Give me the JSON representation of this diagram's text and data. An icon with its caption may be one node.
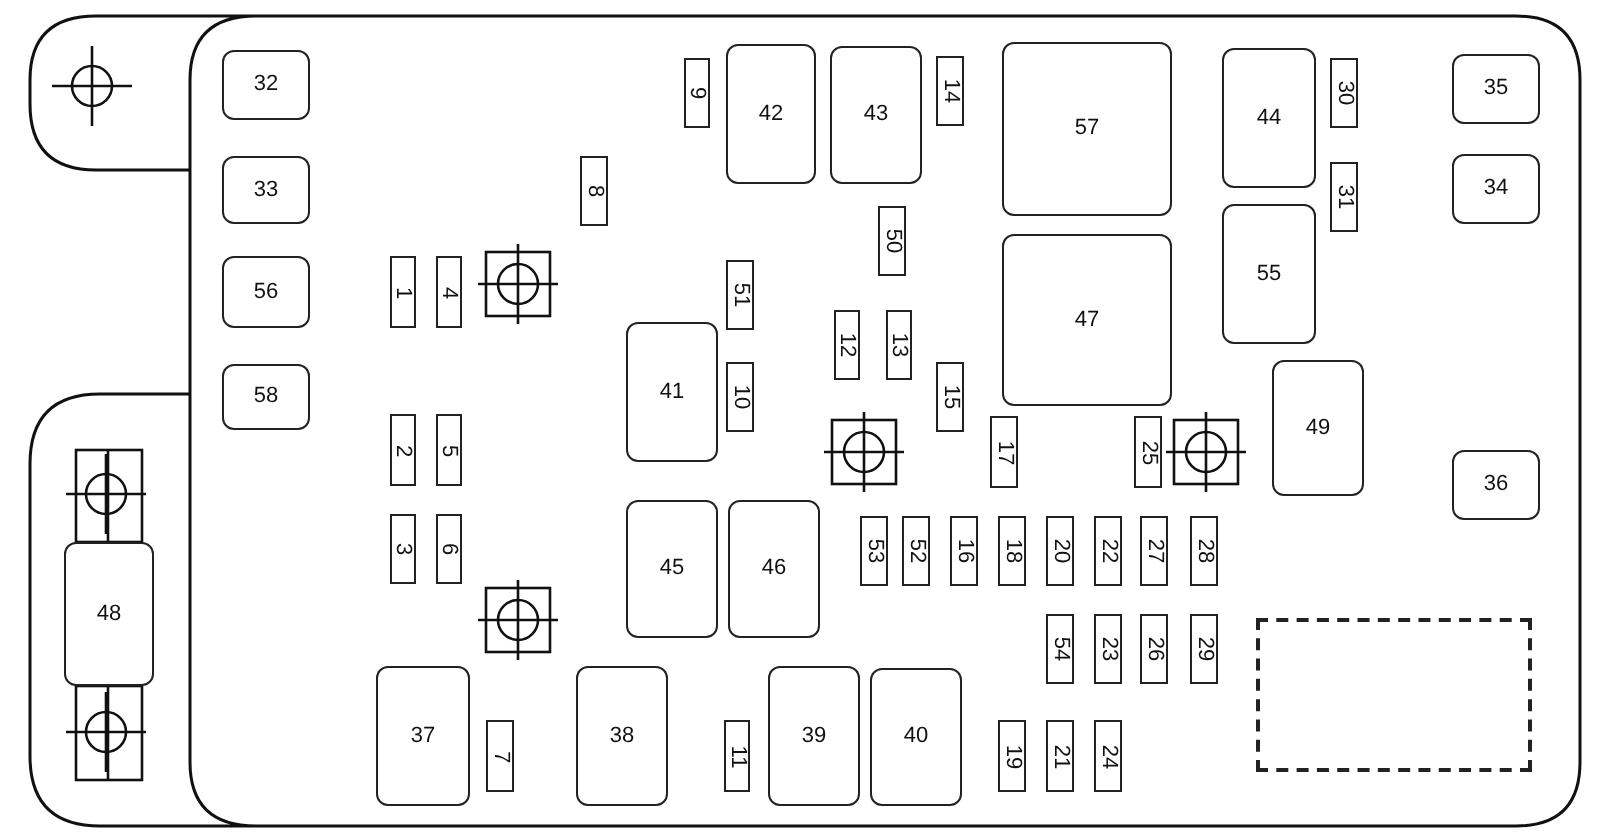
{
  "diagram": {
    "nodes": [
      {
        "text": [
          "32"
        ]
      },
      {
        "text": [
          "9"
        ]
      },
      {
        "text": [
          "42"
        ]
      },
      {
        "text": [
          "43"
        ]
      },
      {
        "text": [
          "14"
        ]
      },
      {
        "text": [
          "57"
        ]
      },
      {
        "text": [
          "44"
        ]
      },
      {
        "text": [
          "30"
        ]
      },
      {
        "text": [
          "35"
        ]
      },
      {
        "text": [
          "8"
        ]
      },
      {
        "text": [
          "33"
        ]
      },
      {
        "text": [
          "34"
        ]
      },
      {
        "text": [
          "31"
        ]
      },
      {
        "text": [
          "55"
        ]
      },
      {
        "text": [
          "50"
        ]
      },
      {
        "text": [
          "56"
        ]
      },
      {
        "text": [
          "1"
        ]
      },
      {
        "text": [
          "4"
        ]
      },
      {
        "text": [
          "51"
        ]
      },
      {
        "text": [
          "47"
        ]
      },
      {
        "text": [
          "12"
        ]
      },
      {
        "text": [
          "13"
        ]
      },
      {
        "text": [
          "41"
        ]
      },
      {
        "text": [
          "10"
        ]
      },
      {
        "text": [
          "15"
        ]
      },
      {
        "text": [
          "58"
        ]
      },
      {
        "text": [
          "49"
        ]
      },
      {
        "text": [
          "2"
        ]
      },
      {
        "text": [
          "5"
        ]
      },
      {
        "text": [
          "17"
        ]
      },
      {
        "text": [
          "25"
        ]
      },
      {
        "text": [
          "36"
        ]
      },
      {
        "text": [
          "3"
        ]
      },
      {
        "text": [
          "6"
        ]
      },
      {
        "text": [
          "45"
        ]
      },
      {
        "text": [
          "46"
        ]
      },
      {
        "text": [
          "53"
        ]
      },
      {
        "text": [
          "52"
        ]
      },
      {
        "text": [
          "16"
        ]
      },
      {
        "text": [
          "18"
        ]
      },
      {
        "text": [
          "20"
        ]
      },
      {
        "text": [
          "22"
        ]
      },
      {
        "text": [
          "27"
        ]
      },
      {
        "text": [
          "28"
        ]
      },
      {
        "text": [
          "48"
        ]
      },
      {
        "text": [
          "54"
        ]
      },
      {
        "text": [
          "23"
        ]
      },
      {
        "text": [
          "26"
        ]
      },
      {
        "text": [
          "29"
        ]
      },
      {
        "text": [],
        "shape": "box"
      },
      {
        "text": [
          "37"
        ]
      },
      {
        "text": [
          "7"
        ]
      },
      {
        "text": [
          "38"
        ]
      },
      {
        "text": [
          "11"
        ]
      },
      {
        "text": [
          "39"
        ]
      },
      {
        "text": [
          "40"
        ]
      },
      {
        "text": [
          "19"
        ]
      },
      {
        "text": [
          "21"
        ]
      },
      {
        "text": [
          "24"
        ]
      }
    ]
  }
}
